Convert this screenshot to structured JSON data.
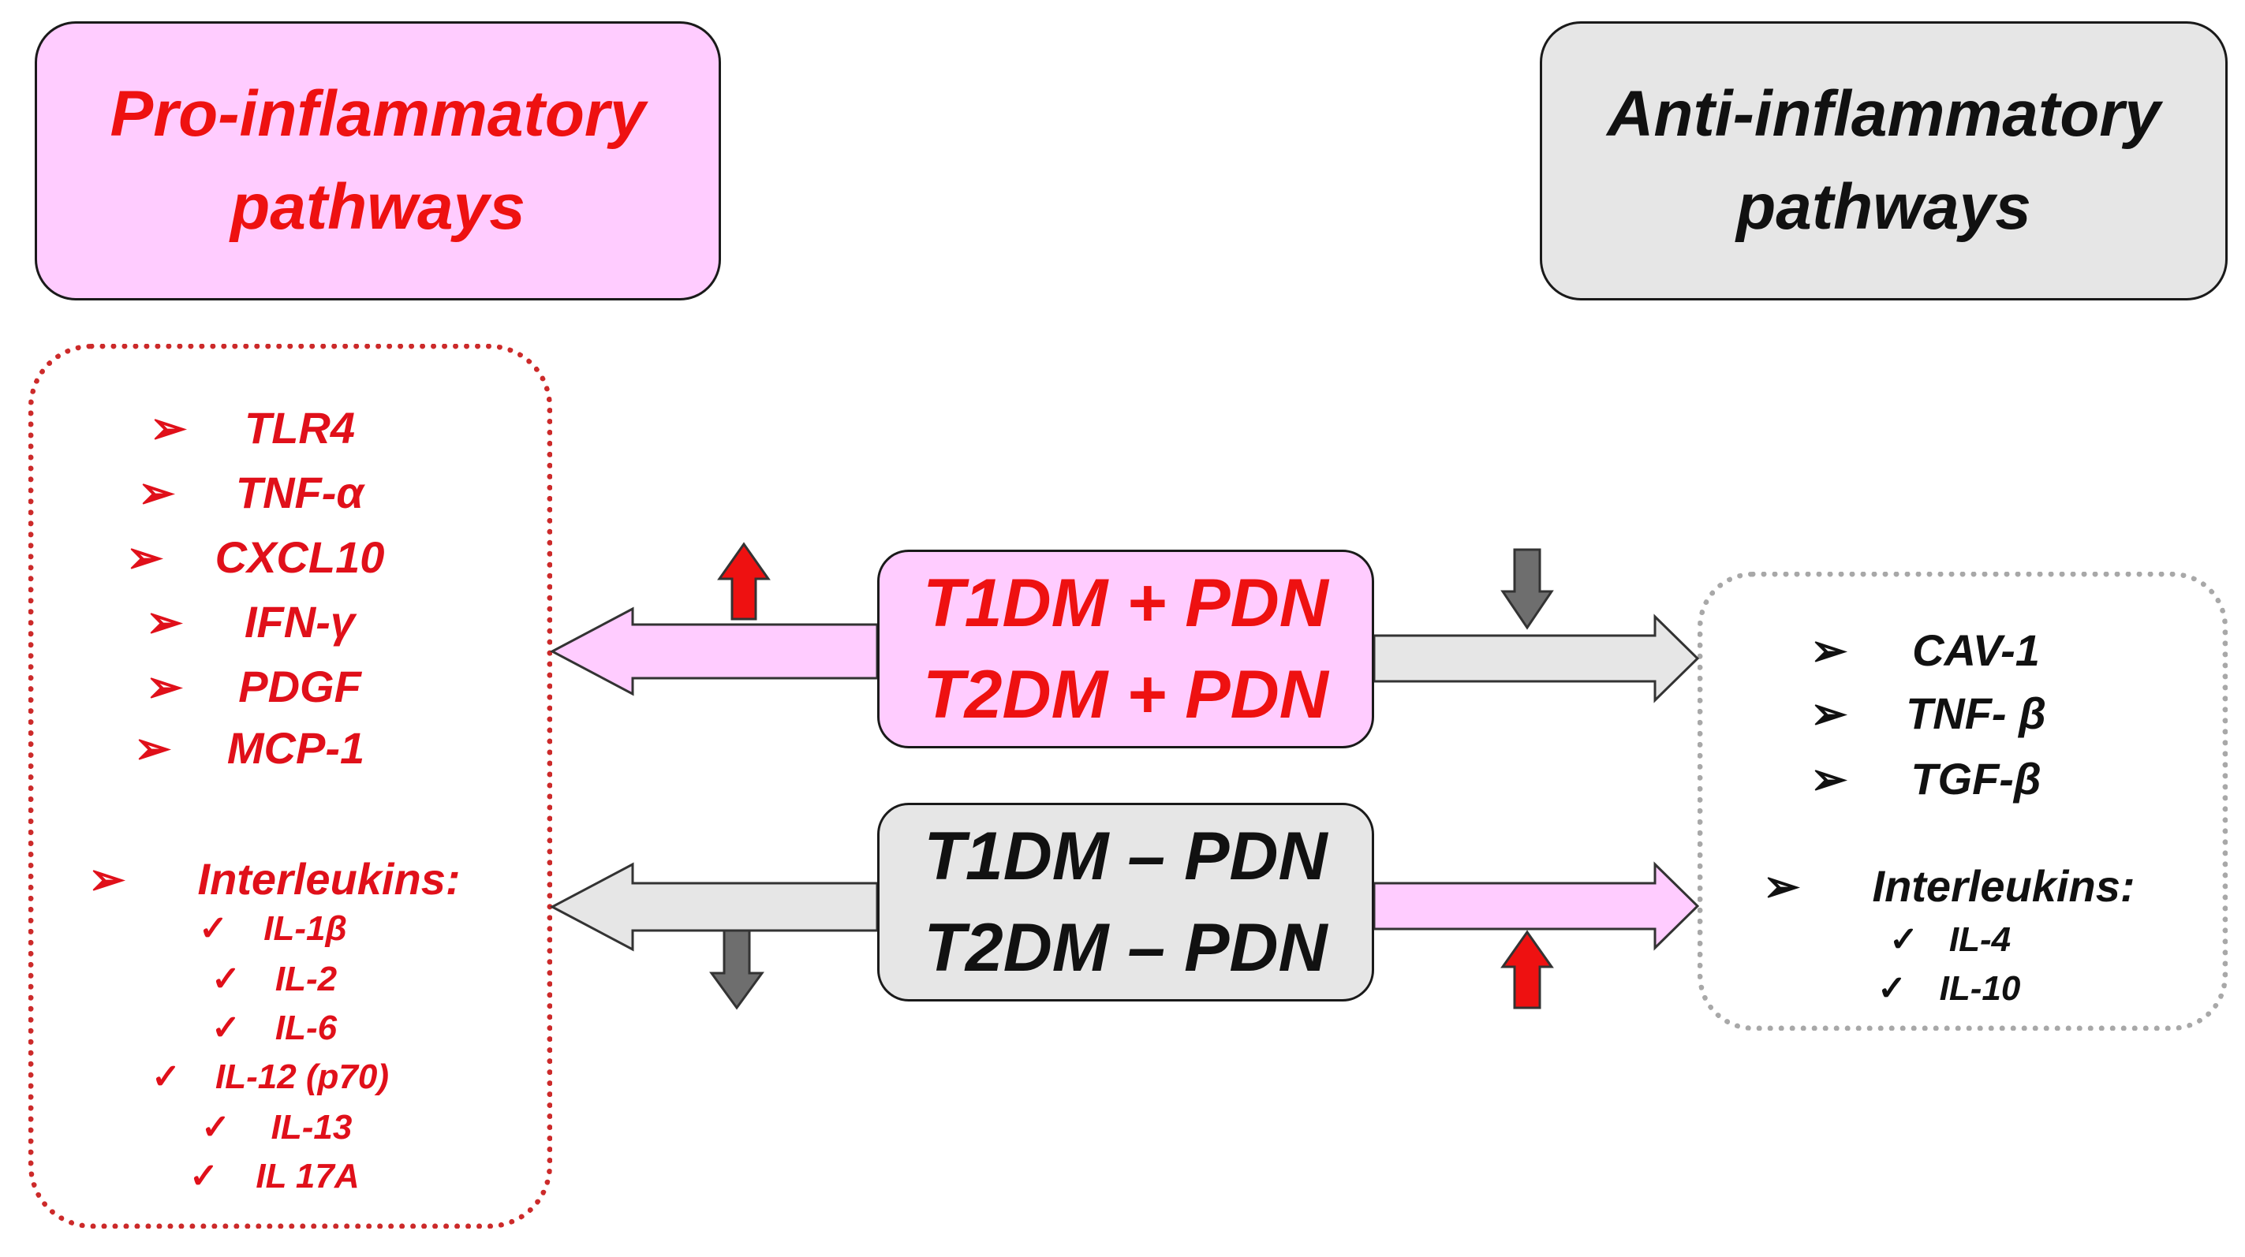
{
  "pro_title": [
    "Pro-inflammatory",
    "pathways"
  ],
  "anti_title": [
    "Anti-inflammatory",
    "pathways"
  ],
  "pro_markers": [
    "TLR4",
    "TNF-α",
    "CXCL10",
    "IFN-γ",
    "PDGF",
    "MCP-1"
  ],
  "pro_interleukins_label": "Interleukins:",
  "pro_interleukins": [
    "IL-1β",
    "IL-2",
    "IL-6",
    "IL-12 (p70)",
    "IL-13",
    "IL 17A"
  ],
  "anti_markers": [
    "CAV-1",
    "TNF- β",
    "TGF-β"
  ],
  "anti_interleukins_label": "Interleukins:",
  "anti_interleukins": [
    "IL-4",
    "IL-10"
  ],
  "with_pdn": [
    "T1DM + PDN",
    "T2DM + PDN"
  ],
  "without_pdn": [
    "T1DM – PDN",
    "T2DM – PDN"
  ],
  "bullets": {
    "arrowhead": "➢",
    "check": "✓"
  },
  "colors": {
    "pro_fill": "#ffccff",
    "pro_text": "#ee1111",
    "anti_fill": "#e6e6e6",
    "anti_text": "#111111",
    "up_arrow": "#ee1111",
    "down_arrow": "#6e6e6e"
  },
  "icons": {
    "up": "up-arrow-icon",
    "down": "down-arrow-icon",
    "bullet": "arrowhead-bullet-icon",
    "check": "checkmark-icon"
  }
}
